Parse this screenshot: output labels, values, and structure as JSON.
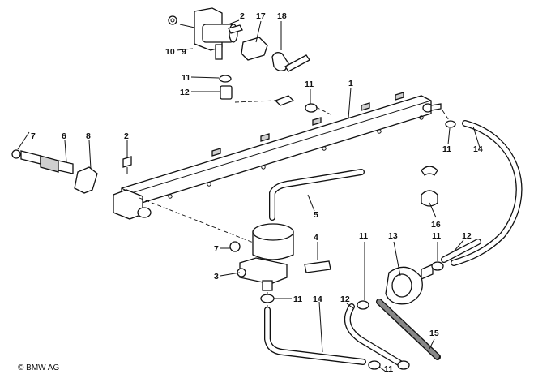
{
  "copyright": "© BMW AG",
  "callouts": [
    {
      "id": "c1",
      "text": "1"
    },
    {
      "id": "c2a",
      "text": "2"
    },
    {
      "id": "c17",
      "text": "17"
    },
    {
      "id": "c18",
      "text": "18"
    },
    {
      "id": "c10",
      "text": "10"
    },
    {
      "id": "c9",
      "text": "9"
    },
    {
      "id": "c11a",
      "text": "11"
    },
    {
      "id": "c12a",
      "text": "12"
    },
    {
      "id": "c11b",
      "text": "11"
    },
    {
      "id": "c7a",
      "text": "7"
    },
    {
      "id": "c6",
      "text": "6"
    },
    {
      "id": "c8",
      "text": "8"
    },
    {
      "id": "c2b",
      "text": "2"
    },
    {
      "id": "c11c",
      "text": "11"
    },
    {
      "id": "c14a",
      "text": "14"
    },
    {
      "id": "c16",
      "text": "16"
    },
    {
      "id": "c5",
      "text": "5"
    },
    {
      "id": "c4",
      "text": "4"
    },
    {
      "id": "c7b",
      "text": "7"
    },
    {
      "id": "c3",
      "text": "3"
    },
    {
      "id": "c11d",
      "text": "11"
    },
    {
      "id": "c14b",
      "text": "14"
    },
    {
      "id": "c11e",
      "text": "11"
    },
    {
      "id": "c13",
      "text": "13"
    },
    {
      "id": "c11f",
      "text": "11"
    },
    {
      "id": "c12b",
      "text": "12"
    },
    {
      "id": "c12c",
      "text": "12"
    },
    {
      "id": "c15",
      "text": "15"
    },
    {
      "id": "c11g",
      "text": "11"
    }
  ]
}
